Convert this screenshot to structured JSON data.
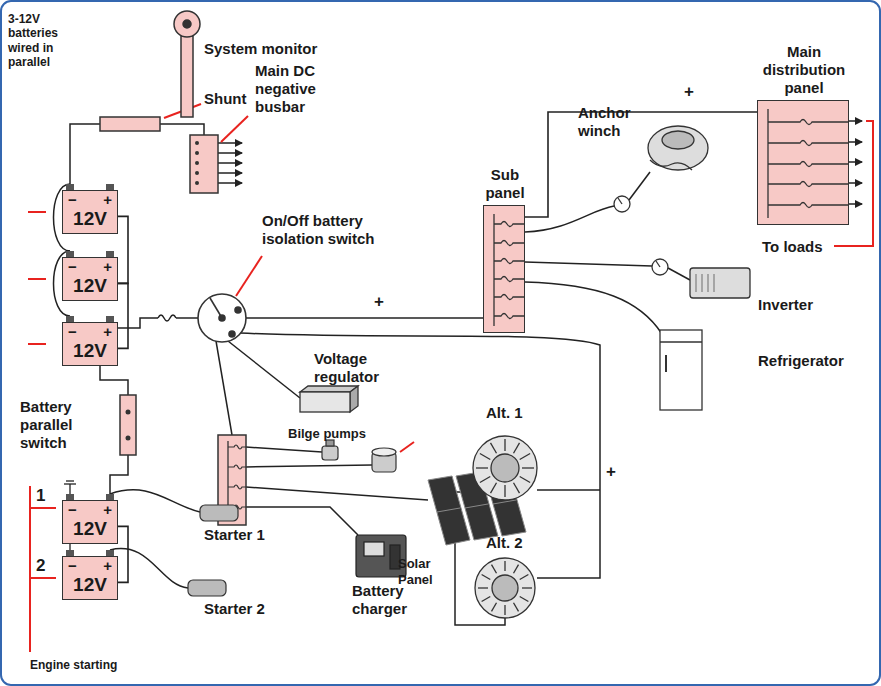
{
  "diagram": {
    "nodes": [
      {
        "text": [
          "−",
          "+",
          "12V"
        ]
      },
      {
        "text": [
          "−",
          "+",
          "12V"
        ]
      },
      {
        "text": [
          "−",
          "+",
          "12V"
        ]
      },
      {
        "text": [
          "−",
          "+",
          "12V"
        ]
      },
      {
        "text": [
          "−",
          "+",
          "12V"
        ]
      },
      {
        "text": [
          "Sub panel"
        ]
      },
      {
        "text": [
          "Main distribution panel"
        ]
      }
    ],
    "edges": [
      {
        "from": 0,
        "to": 1,
        "arrow": "none"
      },
      {
        "from": 1,
        "to": 2,
        "arrow": "none"
      },
      {
        "from": 3,
        "to": 4,
        "arrow": "none"
      },
      {
        "from": 5,
        "to": 6,
        "arrow": "none"
      }
    ],
    "labels": [
      "3-12V batteries wired in parallel",
      "System monitor",
      "Shunt",
      "Main DC negative busbar",
      "On/Off battery isolation switch",
      "+",
      "Anchor winch",
      "Inverter",
      "Refrigerator",
      "To loads",
      "+",
      "Voltage regulator",
      "Bilge pumps",
      "Solar Panel",
      "Alt. 1",
      "Alt. 2",
      "+",
      "Battery parallel switch",
      "1",
      "2",
      "Starter 1",
      "Starter 2",
      "Battery charger",
      "Engine starting"
    ]
  }
}
